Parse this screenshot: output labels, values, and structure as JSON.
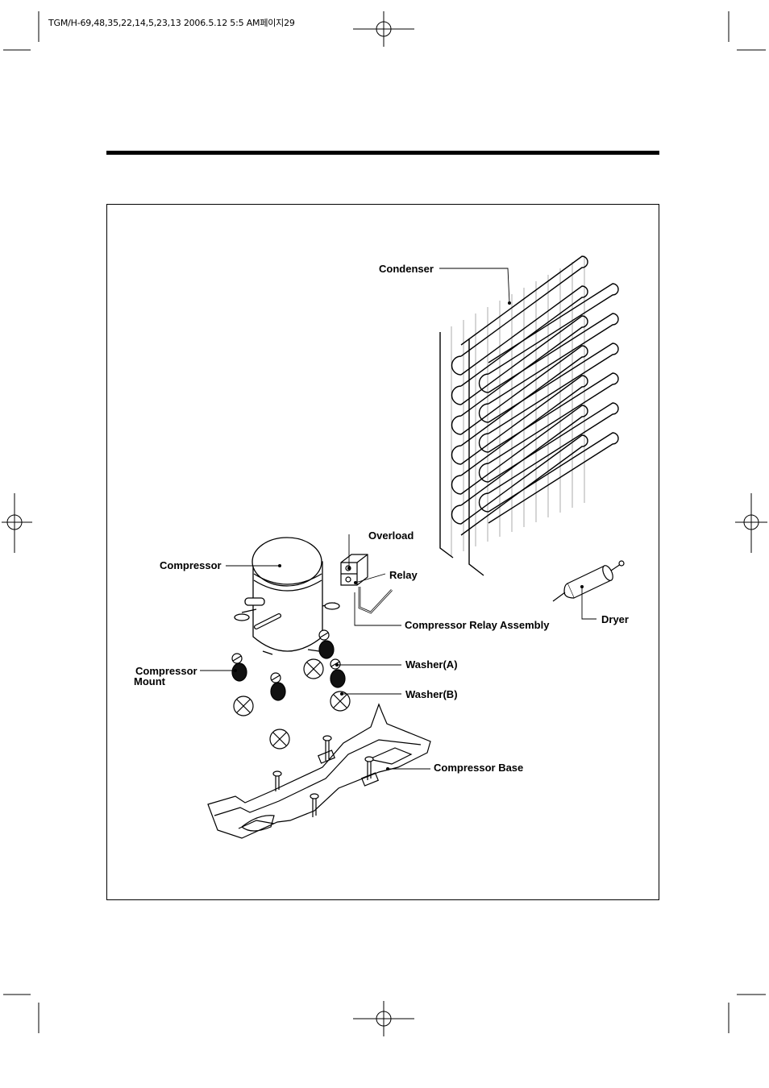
{
  "header": {
    "slug": "TGM/H-69,48,35,22,14,5,23,13  2006.5.12 5:5 AM페이지29"
  },
  "diagram": {
    "labels": {
      "condenser": "Condenser",
      "overload": "Overload",
      "compressor": "Compressor",
      "relay": "Relay",
      "compressor_relay_assembly": "Compressor Relay Assembly",
      "dryer": "Dryer",
      "compressor_mount_1": "Compressor",
      "compressor_mount_2": "Mount",
      "washer_a": "Washer(A)",
      "washer_b": "Washer(B)",
      "compressor_base": "Compressor Base"
    }
  }
}
